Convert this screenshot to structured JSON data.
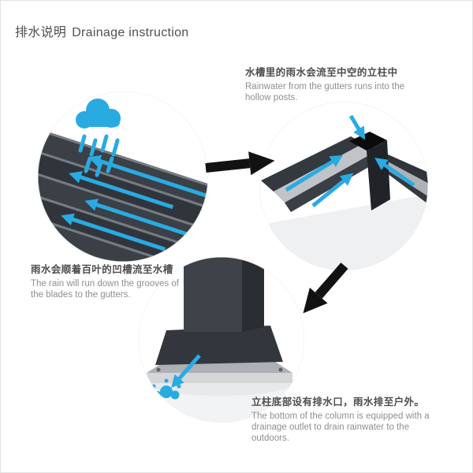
{
  "header": {
    "title_zh": "排水说明",
    "title_en": "Drainage instruction"
  },
  "steps": [
    {
      "id": "roof",
      "zh": "雨水会顺着百叶的凹槽流至水槽",
      "en": "The rain will run down the grooves of the blades to the gutters."
    },
    {
      "id": "gutter",
      "zh": "水槽里的雨水会流至中空的立柱中",
      "en": "Rainwater from the gutters runs into the hollow posts."
    },
    {
      "id": "column",
      "zh": "立柱底部设有排水口，雨水排至户外。",
      "en": "The bottom of the column is equipped with a drainage outlet to drain rainwater to the outdoors."
    }
  ],
  "colors": {
    "accent_cyan": "#29ABE2",
    "arrow_black": "#121212",
    "panel_dark": "#3B3F46",
    "panel_darker": "#2A2E33",
    "metal_light": "#C0C3C7",
    "text_dark": "#4D4D4D",
    "text_gray": "#8F8F8F"
  },
  "icons": {
    "rain_cloud": "rain-cloud-icon",
    "rain_drops": "rain-drops-icon",
    "water_splash": "water-splash-icon",
    "flow_arrow_right": "flow-arrow-right",
    "flow_arrow_down_left": "flow-arrow-down-left",
    "water_flow_arrows": "water-flow-arrow"
  }
}
